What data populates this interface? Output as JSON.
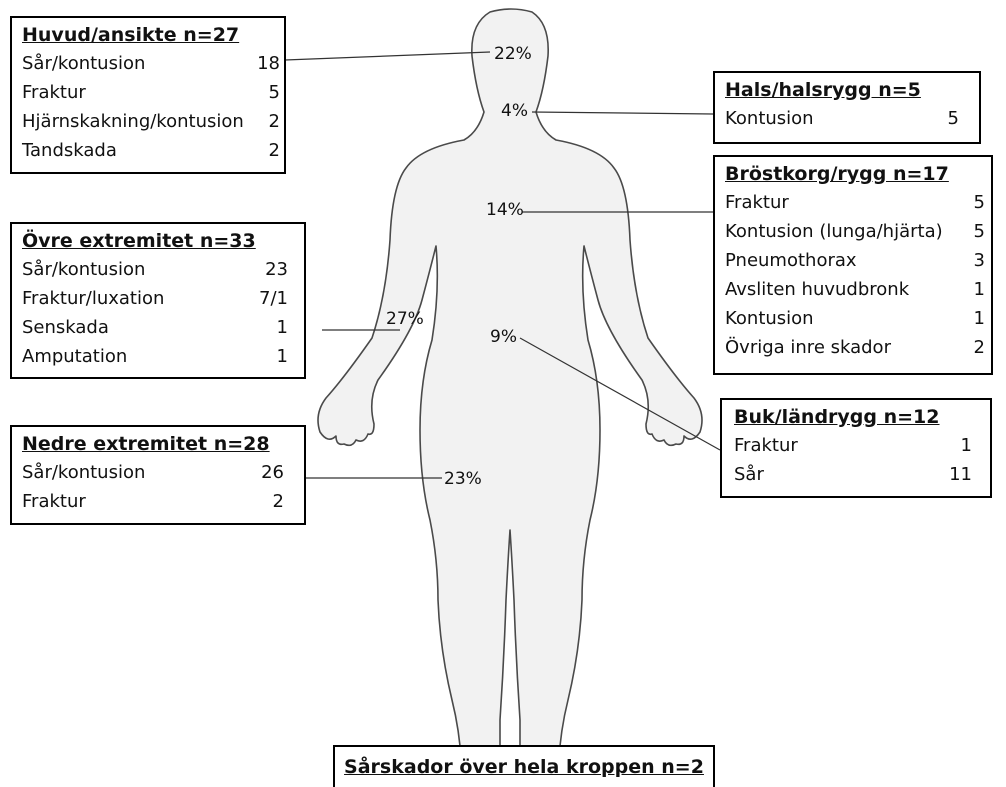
{
  "head": {
    "title": "Huvud/ansikte n=27",
    "rows": [
      {
        "label": "Sår/kontusion",
        "value": "18"
      },
      {
        "label": "Fraktur",
        "value": "5"
      },
      {
        "label": "Hjärnskakning/kontusion",
        "value": "2"
      },
      {
        "label": "Tandskada",
        "value": "2"
      }
    ],
    "percent": "22%"
  },
  "neck": {
    "title": "Hals/halsrygg  n=5",
    "rows": [
      {
        "label": "Kontusion",
        "value": "5"
      }
    ],
    "percent": "4%"
  },
  "chest": {
    "title": "Bröstkorg/rygg n=17",
    "rows": [
      {
        "label": "Fraktur",
        "value": "5"
      },
      {
        "label": "Kontusion (lunga/hjärta)",
        "value": "5"
      },
      {
        "label": "Pneumothorax",
        "value": "3"
      },
      {
        "label": "Avsliten huvudbronk",
        "value": "1"
      },
      {
        "label": "Kontusion",
        "value": "1"
      },
      {
        "label": "Övriga inre skador",
        "value": "2"
      }
    ],
    "percent": "14%"
  },
  "upper": {
    "title": "Övre extremitet n=33",
    "rows": [
      {
        "label": "Sår/kontusion",
        "value": "23"
      },
      {
        "label": "Fraktur/luxation",
        "value": "7/1"
      },
      {
        "label": "Senskada",
        "value": "1"
      },
      {
        "label": "Amputation",
        "value": "1"
      }
    ],
    "percent": "27%"
  },
  "abdomen": {
    "title": "Buk/ländrygg n=12",
    "rows": [
      {
        "label": "Fraktur",
        "value": "1"
      },
      {
        "label": "Sår",
        "value": "11"
      }
    ],
    "percent": "9%"
  },
  "lower": {
    "title": "Nedre extremitet n=28",
    "rows": [
      {
        "label": "Sår/kontusion",
        "value": "26"
      },
      {
        "label": "Fraktur",
        "value": "2"
      }
    ],
    "percent": "23%"
  },
  "whole_body": {
    "title": "Sårskador över hela kroppen n=2"
  },
  "colors": {
    "body_fill": "#f2f2f2",
    "body_stroke": "#4a4a4a",
    "line": "#333333",
    "box_border": "#000000"
  }
}
